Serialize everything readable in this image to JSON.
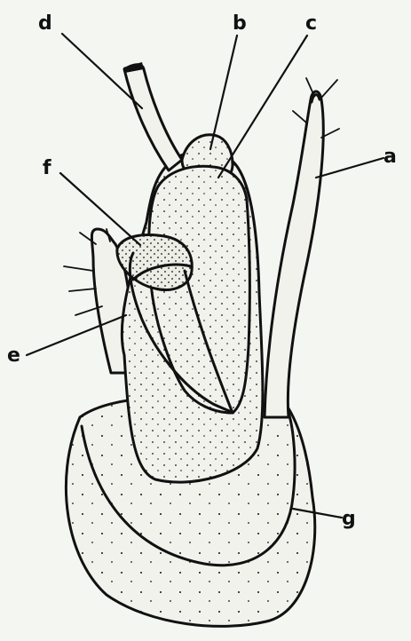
{
  "labels": {
    "a": "a",
    "b": "b",
    "c": "c",
    "d": "d",
    "e": "e",
    "f": "f",
    "g": "g"
  },
  "colors": {
    "background": "#f4f6f2",
    "ink": "#111111",
    "fill": "#f1f2ec"
  }
}
